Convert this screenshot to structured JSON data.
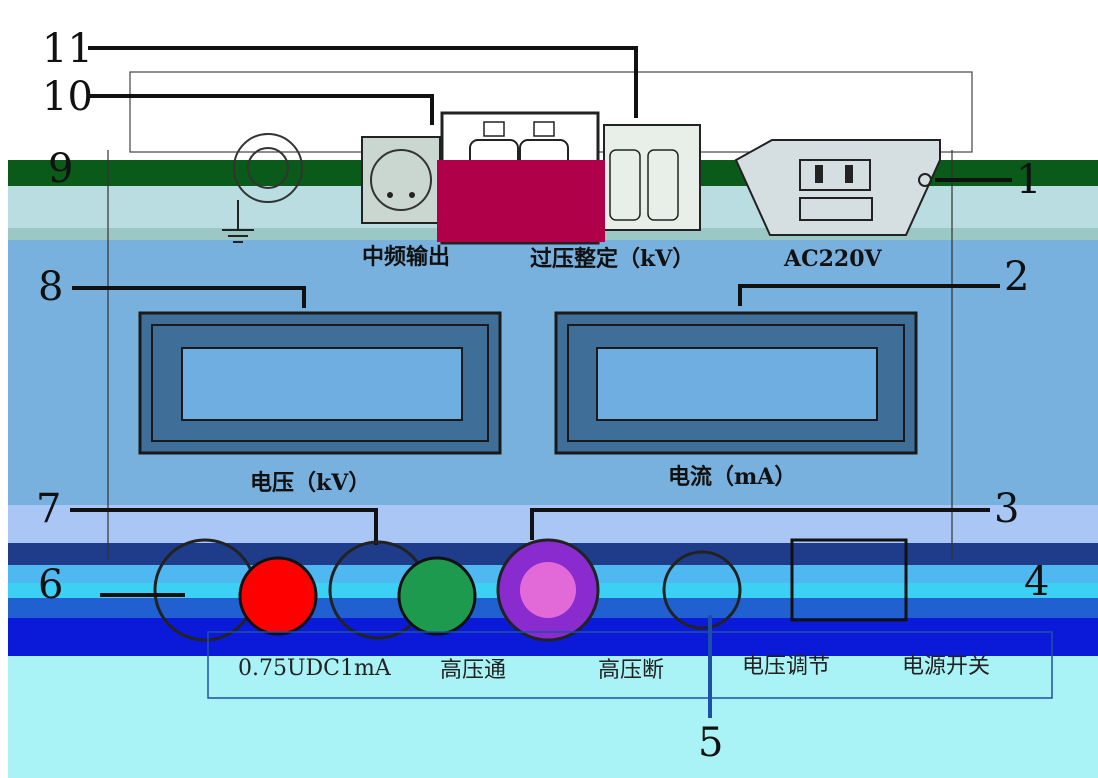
{
  "callouts": {
    "n1": "1",
    "n2": "2",
    "n3": "3",
    "n4": "4",
    "n5": "5",
    "n6": "6",
    "n7": "7",
    "n8": "8",
    "n9": "9",
    "n10": "10",
    "n11": "11"
  },
  "top_labels": {
    "mid_freq_output": "中频输出",
    "overvoltage_setting": "过压整定（kV）",
    "ac220": "AC220V"
  },
  "meters": {
    "voltage": "电压（kV）",
    "current": "电流（mA）"
  },
  "bottom_labels": {
    "udc": "0.75UDC1mA",
    "hv_on": "高压通",
    "hv_off": "高压断",
    "voltage_adjust": "电压调节",
    "power_switch": "电源开关"
  },
  "colors": {
    "panel_blue": "#78b0de",
    "top_band": "#b9dde0",
    "bottom_band": "#a9f2f6",
    "dark_band": "#0a5a1a",
    "crimson": "#b0004a",
    "red_button": "#ff0000",
    "green_button": "#1e9a4e",
    "lcd_frame": "#3f6f98",
    "lcd_screen": "#6eaee0"
  },
  "icons": {
    "ground": "ground-icon",
    "ac_socket": "ac-socket-icon",
    "xlr": "xlr-connector-icon"
  }
}
